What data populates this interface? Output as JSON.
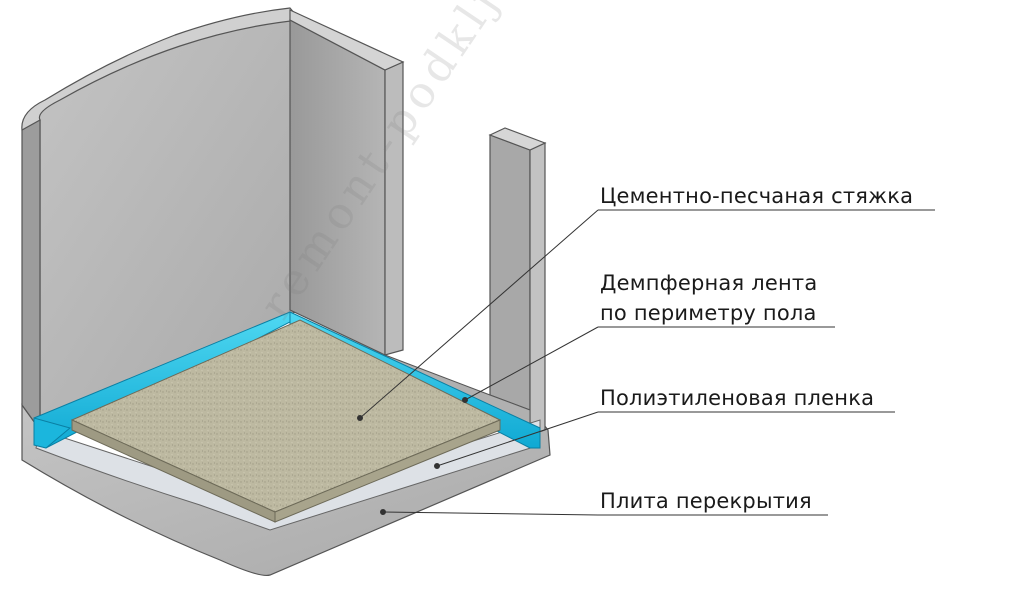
{
  "labels": {
    "screed": "Цементно-песчаная стяжка",
    "damper_line1": "Демпферная лента",
    "damper_line2": "по периметру пола",
    "film": "Полиэтиленовая пленка",
    "slab": "Плита перекрытия"
  },
  "watermark": "remont-podkljuch.ru",
  "colors": {
    "concrete": "#b9b9b9",
    "concrete_dark": "#8e8e8e",
    "damper_tape": "#29c9ea",
    "screed": "#b8b49c",
    "film": "#d9dde2",
    "leader": "#333333"
  }
}
